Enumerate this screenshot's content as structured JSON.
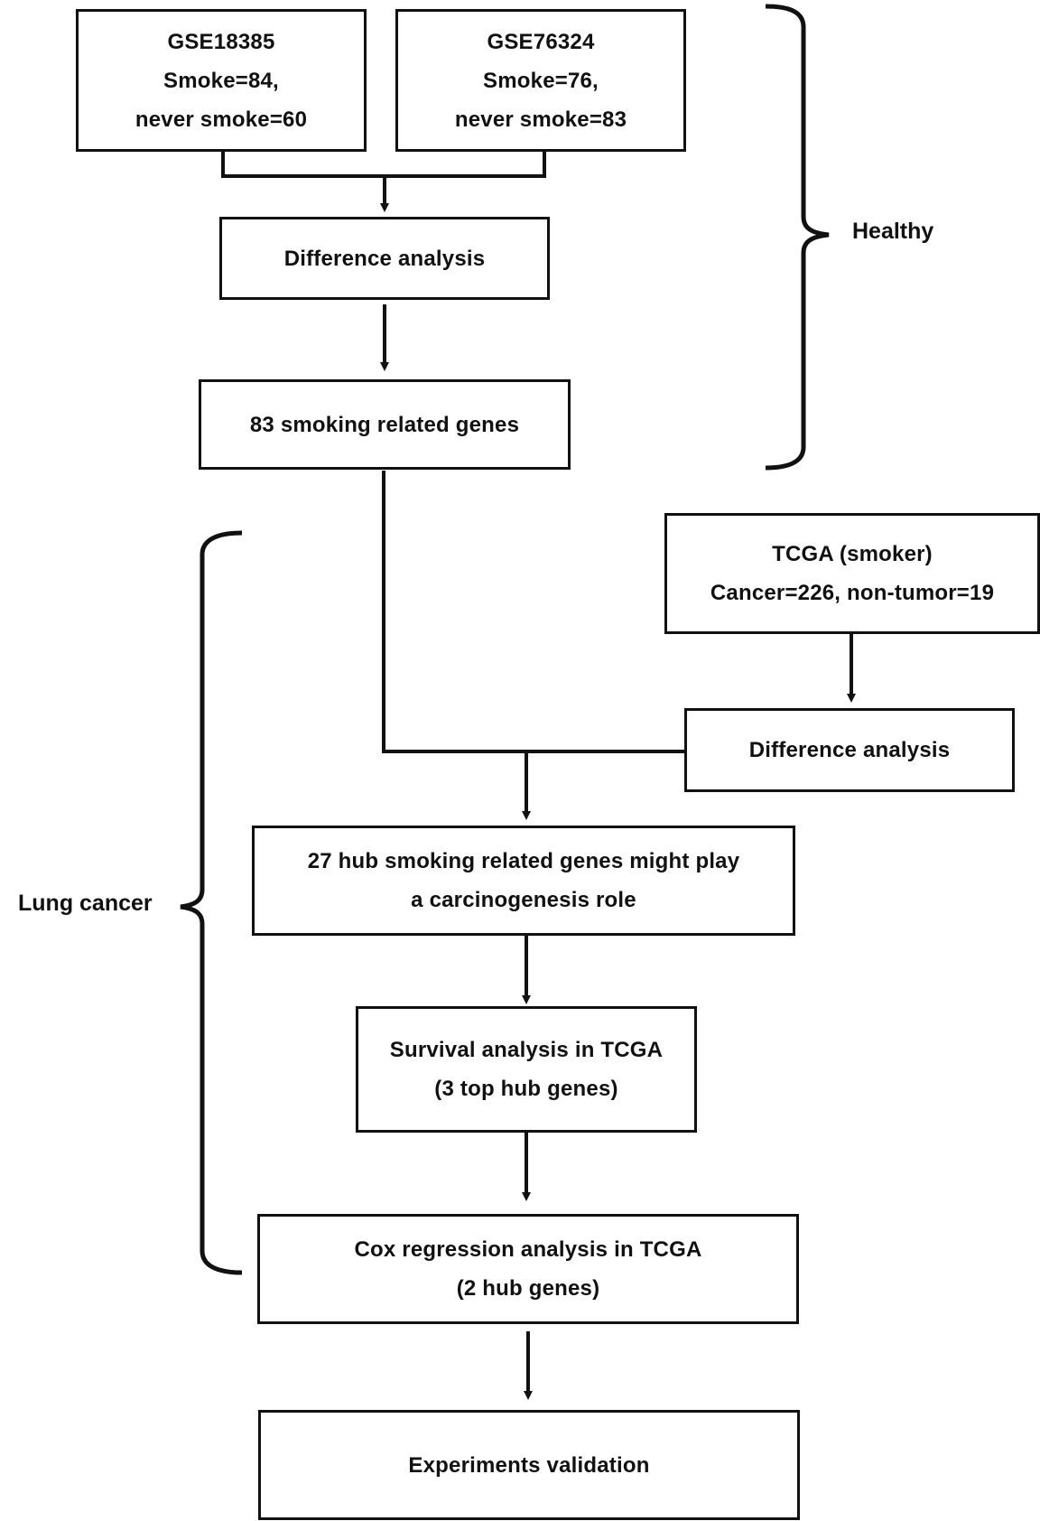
{
  "boxes": {
    "gse18385": {
      "lines": [
        "GSE18385",
        "Smoke=84,",
        "never smoke=60"
      ]
    },
    "gse76324": {
      "lines": [
        "GSE76324",
        "Smoke=76,",
        "never smoke=83"
      ]
    },
    "difference_analysis_1": {
      "lines": [
        "Difference analysis"
      ]
    },
    "smoking_genes": {
      "lines": [
        "83 smoking related genes"
      ]
    },
    "tcga_smoker": {
      "lines": [
        "TCGA (smoker)",
        "Cancer=226, non-tumor=19"
      ]
    },
    "difference_analysis_2": {
      "lines": [
        "Difference analysis"
      ]
    },
    "hub_genes": {
      "lines": [
        "27 hub smoking related genes might play",
        "a carcinogenesis role"
      ]
    },
    "survival_analysis": {
      "lines": [
        "Survival analysis in TCGA",
        "(3 top hub genes)"
      ]
    },
    "cox_regression": {
      "lines": [
        "Cox regression analysis in TCGA",
        "(2 hub genes)"
      ]
    },
    "experiments_validation": {
      "lines": [
        "Experiments validation"
      ]
    }
  },
  "brackets": {
    "healthy": {
      "label": "Healthy"
    },
    "lung_cancer": {
      "label": "Lung cancer"
    }
  },
  "colors": {
    "stroke": "#111111",
    "background": "#ffffff"
  }
}
